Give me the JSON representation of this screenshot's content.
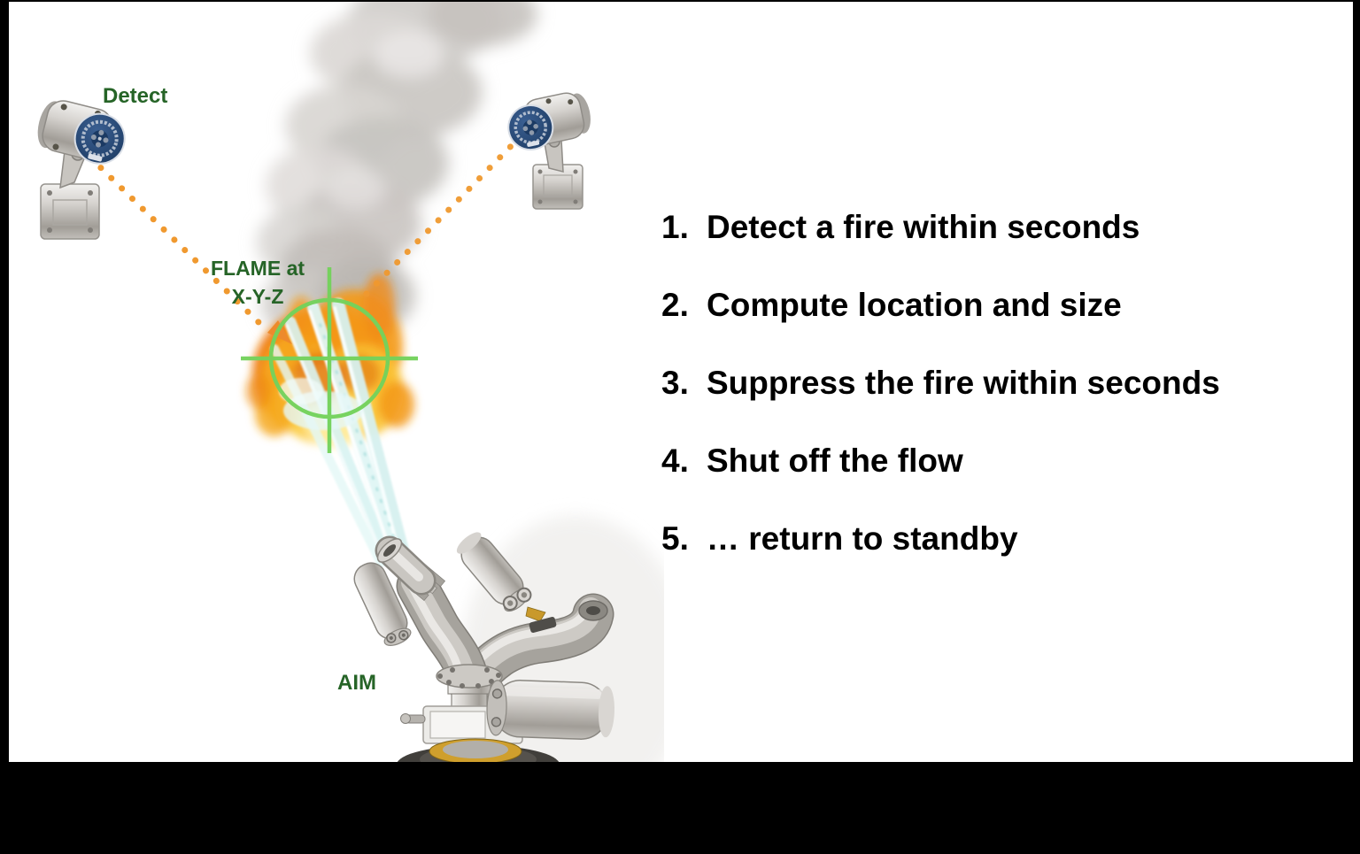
{
  "frame": {
    "color": "#000000"
  },
  "slide": {
    "background": "#ffffff"
  },
  "diagram": {
    "labels": {
      "detect": "Detect",
      "flame_location_line1": "FLAME at",
      "flame_location_line2": "X-Y-Z",
      "aim": "AIM"
    },
    "icons": {
      "detector_left": "flame-detector-icon",
      "detector_right": "flame-detector-icon",
      "sightline_left": "dotted-sightline",
      "sightline_right": "dotted-sightline",
      "arrow": "orange-arrowhead",
      "smoke": "smoke-plume",
      "fire": "fire-flames",
      "crosshair": "green-target-crosshair",
      "water": "water-jets",
      "cannon": "water-cannon-monitor"
    },
    "colors": {
      "label_green": "#266427",
      "list_text": "#000000",
      "crosshair_green": "#74d25c",
      "beam_orange": "#f0992f",
      "arrow_orange": "#ed8a2c",
      "water_cyan": "#dcf4f6",
      "flame_orange": "#f08c1a",
      "flame_yellow": "#fbc93e",
      "smoke_gray": "#cfccc9",
      "detector_navy": "#24416b",
      "metal_gray": "#c9c6c1",
      "brass_gold": "#c9992b"
    }
  },
  "steps": [
    {
      "num": "1.",
      "text": "Detect a fire within seconds"
    },
    {
      "num": "2.",
      "text": "Compute location and size"
    },
    {
      "num": "3.",
      "text": "Suppress the fire within seconds"
    },
    {
      "num": "4.",
      "text": "Shut off the flow"
    },
    {
      "num": "5.",
      "text": "… return to standby"
    }
  ]
}
